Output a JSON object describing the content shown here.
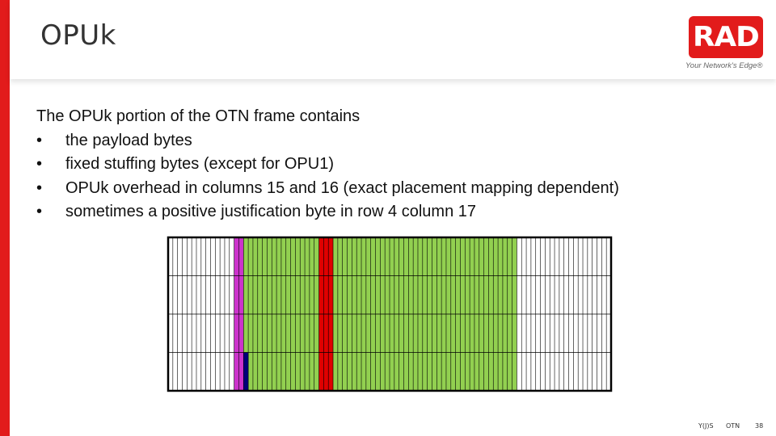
{
  "slide": {
    "title": "OPUk",
    "logo": {
      "wordmark": "RAD",
      "tagline": "Your Network's Edge®"
    },
    "intro": "The OPUk portion of the OTN frame contains",
    "bullets": [
      "the payload bytes",
      "fixed stuffing bytes (except for OPU1)",
      "OPUk overhead in columns 15 and 16 (exact placement mapping dependent)",
      "sometimes a positive justification byte in row 4 column 17"
    ],
    "footer": {
      "author": "Y(J)S",
      "topic": "OTN",
      "page": "38"
    }
  },
  "colors": {
    "accent_red": "#e21b1b",
    "payload_green": "#92d050",
    "overhead_magenta": "#cc33cc",
    "justification_navy": "#00007a",
    "stuffing_red": "#e00000",
    "grid_line": "#000000"
  },
  "diagram": {
    "rows": 4,
    "columns": [
      "header",
      "header",
      "header",
      "header",
      "header",
      "header",
      "header",
      "header",
      "header",
      "header",
      "header",
      "header",
      "header",
      "header",
      "opu-overhead",
      "opu-overhead",
      "payload",
      "payload",
      "payload",
      "payload",
      "payload",
      "payload",
      "payload",
      "payload",
      "payload",
      "payload",
      "payload",
      "payload",
      "payload",
      "payload",
      "payload",
      "payload",
      "fixed-stuffing",
      "fixed-stuffing",
      "fixed-stuffing",
      "payload",
      "payload",
      "payload",
      "payload",
      "payload",
      "payload",
      "payload",
      "payload",
      "payload",
      "payload",
      "payload",
      "payload",
      "payload",
      "payload",
      "payload",
      "payload",
      "payload",
      "payload",
      "payload",
      "payload",
      "payload",
      "payload",
      "payload",
      "payload",
      "payload",
      "payload",
      "payload",
      "payload",
      "payload",
      "payload",
      "payload",
      "payload",
      "payload",
      "payload",
      "payload",
      "payload",
      "payload",
      "payload",
      "payload",
      "trailer",
      "trailer",
      "trailer",
      "trailer",
      "trailer",
      "trailer",
      "trailer",
      "trailer",
      "trailer",
      "trailer",
      "trailer",
      "trailer",
      "trailer",
      "trailer",
      "trailer",
      "trailer",
      "trailer",
      "trailer",
      "trailer",
      "trailer"
    ],
    "justification_cell": {
      "row": 4,
      "column": 17
    }
  }
}
